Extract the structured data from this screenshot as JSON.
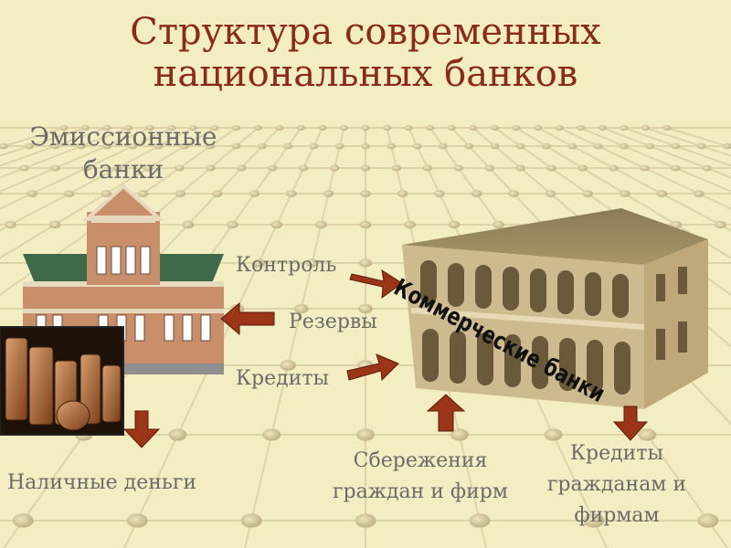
{
  "title": {
    "line1": "Структура современных",
    "line2": "национальных банков"
  },
  "labels": {
    "emission_line1": "Эмиссионные",
    "emission_line2": "банки",
    "control": "Контроль",
    "reserves": "Резервы",
    "credits_mid": "Кредиты",
    "cash": "Наличные деньги",
    "savings_line1": "Сбережения",
    "savings_line2": "граждан и фирм",
    "credits_out_line1": "Кредиты",
    "credits_out_line2": "гражданам и",
    "credits_out_line3": "фирмам",
    "commercial_bank_sign": "Коммерческие банки"
  },
  "colors": {
    "background": "#f3eec2",
    "grid_node": "#cfc59a",
    "title": "#8b2a1a",
    "label": "#6b6b6b",
    "arrow": "#9c3418"
  }
}
